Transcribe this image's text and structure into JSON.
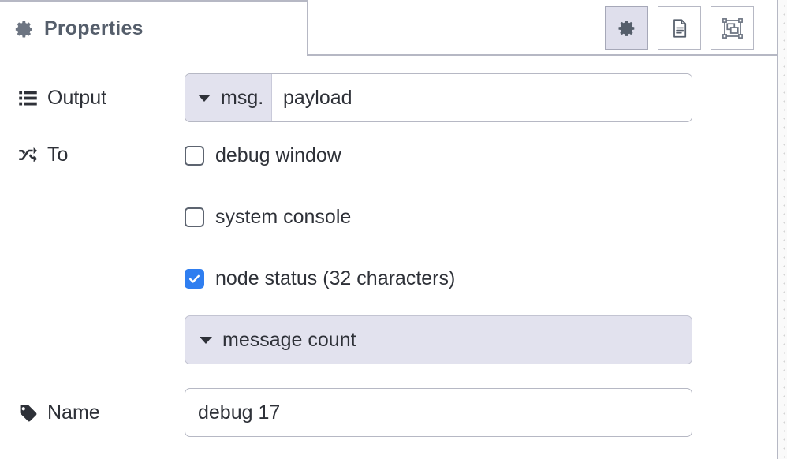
{
  "panel": {
    "tab": {
      "label": "Properties",
      "icon": "gear-icon"
    },
    "header_buttons": [
      {
        "name": "properties-button",
        "icon": "gear-icon",
        "active": true
      },
      {
        "name": "description-button",
        "icon": "document-icon",
        "active": false
      },
      {
        "name": "appearance-button",
        "icon": "appearance-icon",
        "active": false
      }
    ]
  },
  "form": {
    "output": {
      "label": "Output",
      "icon": "list-icon",
      "type_prefix": "msg.",
      "value": "payload",
      "placeholder": "payload"
    },
    "to": {
      "label": "To",
      "icon": "shuffle-icon",
      "options": [
        {
          "label": "debug window",
          "checked": false
        },
        {
          "label": "system console",
          "checked": false
        },
        {
          "label": "node status (32 characters)",
          "checked": true
        }
      ],
      "status_select": {
        "value": "message count"
      }
    },
    "name": {
      "label": "Name",
      "icon": "tag-icon",
      "value": "debug 17",
      "placeholder": "Name"
    }
  },
  "colors": {
    "accent_checked": "#2f7ef0",
    "lavender": "#e2e2ee",
    "border": "#b6b8c4",
    "text": "#2e3138",
    "tab_text": "#555e6b"
  }
}
